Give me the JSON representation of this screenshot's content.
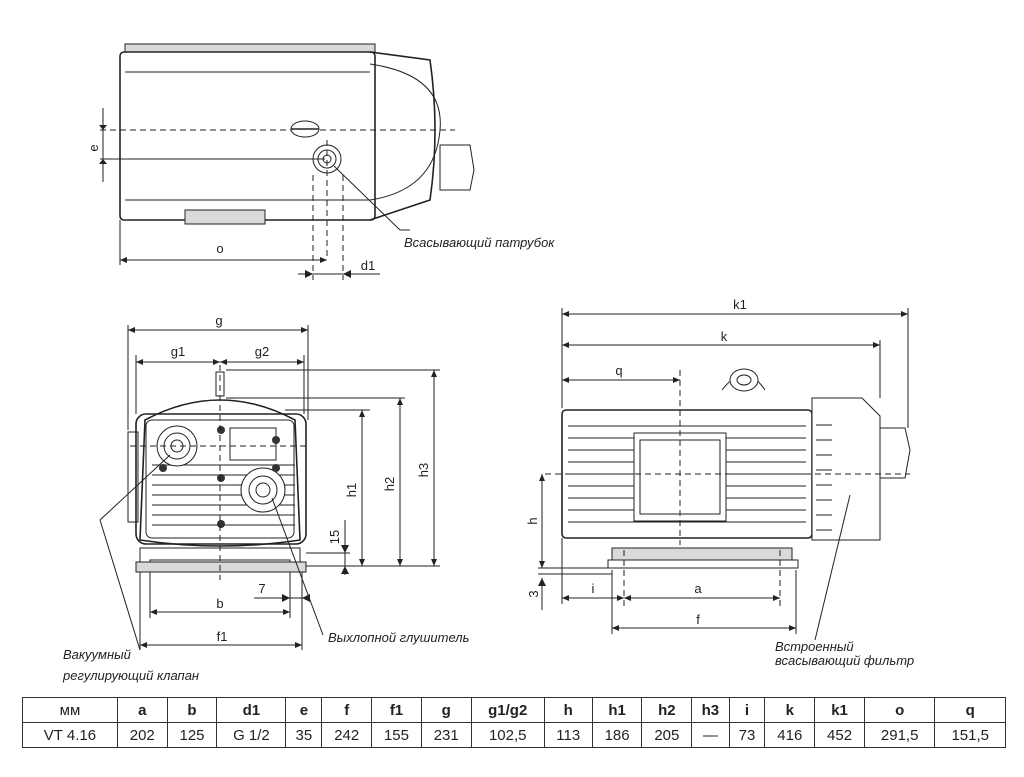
{
  "labels": {
    "top": {
      "e": "e",
      "o": "o",
      "d1": "d1"
    },
    "front": {
      "g": "g",
      "g1": "g1",
      "g2": "g2",
      "h1": "h1",
      "h2": "h2",
      "h3": "h3",
      "n15": "15",
      "n7": "7",
      "b": "b",
      "f1": "f1"
    },
    "side": {
      "k1": "k1",
      "k": "k",
      "q": "q",
      "h": "h",
      "n3": "3",
      "i": "i",
      "a": "a",
      "f": "f"
    }
  },
  "callouts": {
    "suction_port": "Всасывающий патрубок",
    "exhaust_silencer": "Выхлопной глушитель",
    "vacuum_valve_line1": "Вакуумный",
    "vacuum_valve_line2": "регулирующий клапан",
    "filter_line1": "Встроенный",
    "filter_line2": "всасывающий фильтр"
  },
  "table": {
    "headers": [
      "мм",
      "a",
      "b",
      "d1",
      "e",
      "f",
      "f1",
      "g",
      "g1/g2",
      "h",
      "h1",
      "h2",
      "h3",
      "i",
      "k",
      "k1",
      "o",
      "q"
    ],
    "rows": [
      [
        "VT 4.16",
        "202",
        "125",
        "G 1/2",
        "35",
        "242",
        "155",
        "231",
        "102,5",
        "113",
        "186",
        "205",
        "—",
        "73",
        "416",
        "452",
        "291,5",
        "151,5"
      ]
    ]
  }
}
